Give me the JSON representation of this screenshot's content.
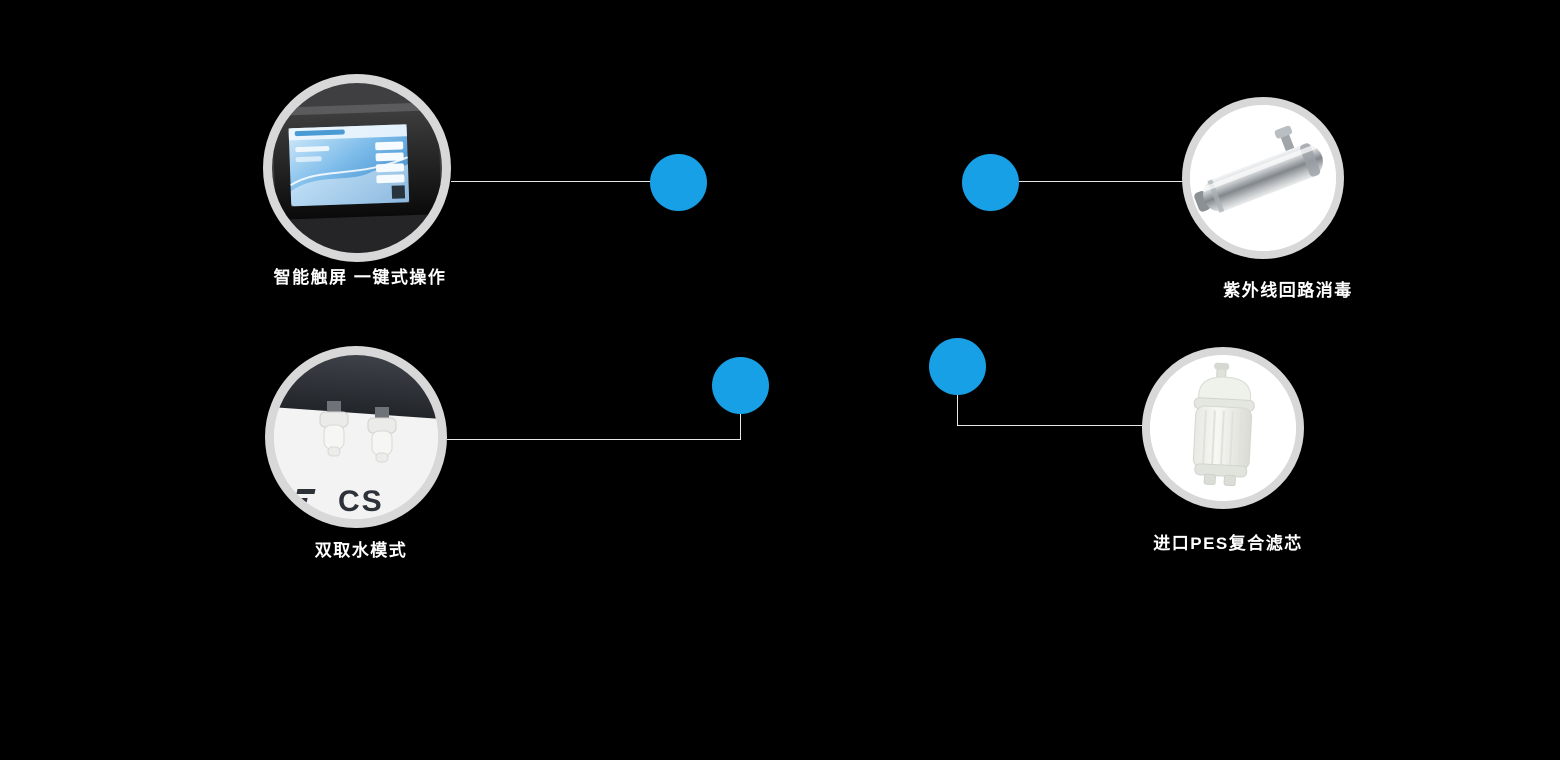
{
  "page": {
    "type": "product-feature-callout-diagram",
    "background": "#000000"
  },
  "colors": {
    "accent_blue": "#18a0e6",
    "ring_gray": "#d8d8d8",
    "connector_line": "#ffffff",
    "label_text": "#ffffff"
  },
  "features": [
    {
      "id": "smart-touchscreen",
      "label": "智能触屏 一键式操作",
      "image": "touchscreen-control-panel"
    },
    {
      "id": "uv-loop-disinfection",
      "label": "紫外线回路消毒",
      "image": "uv-sterilizer-lamp"
    },
    {
      "id": "dual-water-mode",
      "label": "双取水模式",
      "image": "dual-water-outlets",
      "watermark": "CS"
    },
    {
      "id": "pes-composite-filter",
      "label": "进口PES复合滤芯",
      "image": "pes-composite-filter-cartridge"
    }
  ]
}
